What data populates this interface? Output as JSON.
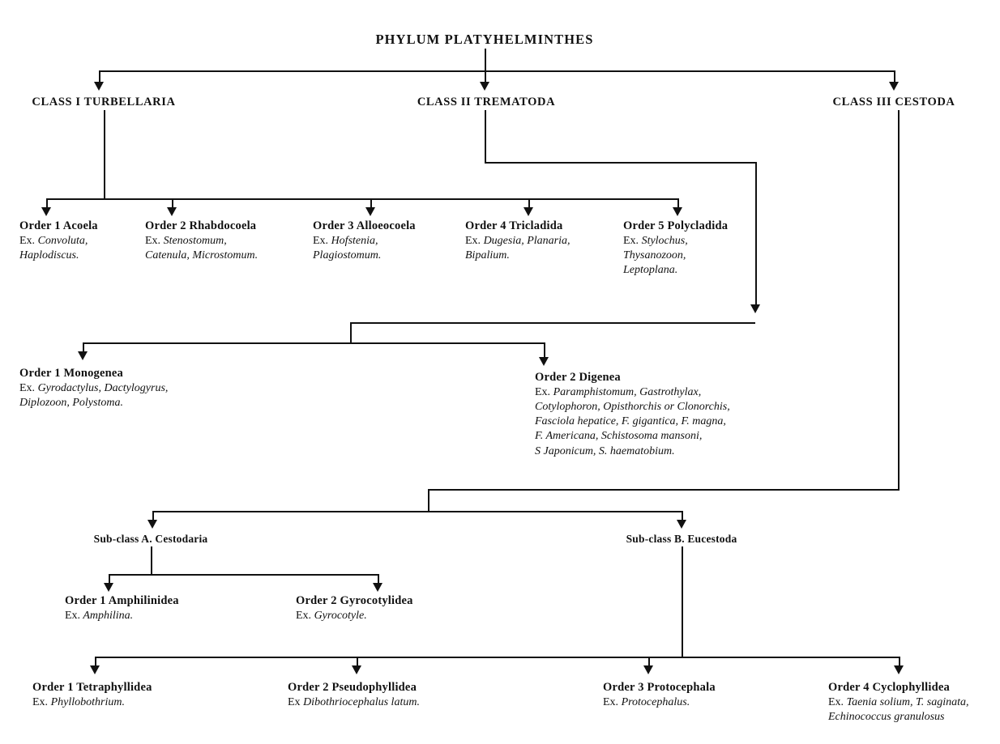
{
  "diagram": {
    "title": "PHYLUM PLATYHELMINTHES",
    "type": "taxonomic-classification-tree"
  },
  "phylum": {
    "label": "PHYLUM  PLATYHELMINTHES"
  },
  "classes": [
    {
      "label": "CLASS I TURBELLARIA"
    },
    {
      "label": "CLASS II TREMATODA"
    },
    {
      "label": "CLASS III CESTODA"
    }
  ],
  "turbellaria_orders": [
    {
      "title": "Order 1 Acoela",
      "ex_prefix": "Ex.",
      "ex_lines": [
        "Convoluta,",
        "Haplodiscus."
      ]
    },
    {
      "title": "Order 2 Rhabdocoela",
      "ex_prefix": "Ex.",
      "ex_lines": [
        "Stenostomum,",
        "Catenula, Microstomum."
      ]
    },
    {
      "title": "Order 3 Alloeocoela",
      "ex_prefix": "Ex.",
      "ex_lines": [
        "Hofstenia,",
        "Plagiostomum."
      ]
    },
    {
      "title": "Order 4 Tricladida",
      "ex_prefix": "Ex.",
      "ex_lines": [
        "Dugesia, Planaria,",
        "Bipalium."
      ]
    },
    {
      "title": "Order 5 Polycladida",
      "ex_prefix": "Ex.",
      "ex_lines": [
        "Stylochus,",
        "Thysanozoon,",
        "Leptoplana."
      ]
    }
  ],
  "trematoda_orders": [
    {
      "title": "Order 1 Monogenea",
      "ex_prefix": "Ex.",
      "ex_lines": [
        "Gyrodactylus, Dactylogyrus,",
        "Diplozoon, Polystoma."
      ]
    },
    {
      "title": "Order 2 Digenea",
      "ex_prefix": "Ex.",
      "ex_lines": [
        "Paramphistomum, Gastrothylax,",
        "Cotylophoron, Opisthorchis or Clonorchis,",
        "Fasciola hepatice, F. gigantica, F. magna,",
        "F. Americana, Schistosoma mansoni,",
        "S Japonicum, S. haematobium."
      ]
    }
  ],
  "cestoda_subclasses": [
    {
      "label": "Sub-class A. Cestodaria"
    },
    {
      "label": "Sub-class B. Eucestoda"
    }
  ],
  "cestodaria_orders": [
    {
      "title": "Order 1 Amphilinidea",
      "ex_prefix": "Ex.",
      "ex_lines": [
        "Amphilina."
      ]
    },
    {
      "title": "Order 2 Gyrocotylidea",
      "ex_prefix": "Ex.",
      "ex_lines": [
        "Gyrocotyle."
      ]
    }
  ],
  "eucestoda_orders": [
    {
      "title": "Order 1 Tetraphyllidea",
      "ex_prefix": "Ex.",
      "ex_lines": [
        "Phyllobothrium."
      ]
    },
    {
      "title": "Order 2 Pseudophyllidea",
      "ex_prefix": "Ex",
      "ex_lines": [
        "Dibothriocephalus latum."
      ]
    },
    {
      "title": "Order 3 Protocephala",
      "ex_prefix": "Ex.",
      "ex_lines": [
        "Protocephalus."
      ]
    },
    {
      "title": "Order 4 Cyclophyllidea",
      "ex_prefix": "Ex.",
      "ex_lines": [
        "Taenia solium, T. saginata,",
        "Echinococcus granulosus"
      ]
    }
  ],
  "colors": {
    "ink": "#111111",
    "background": "#ffffff"
  }
}
